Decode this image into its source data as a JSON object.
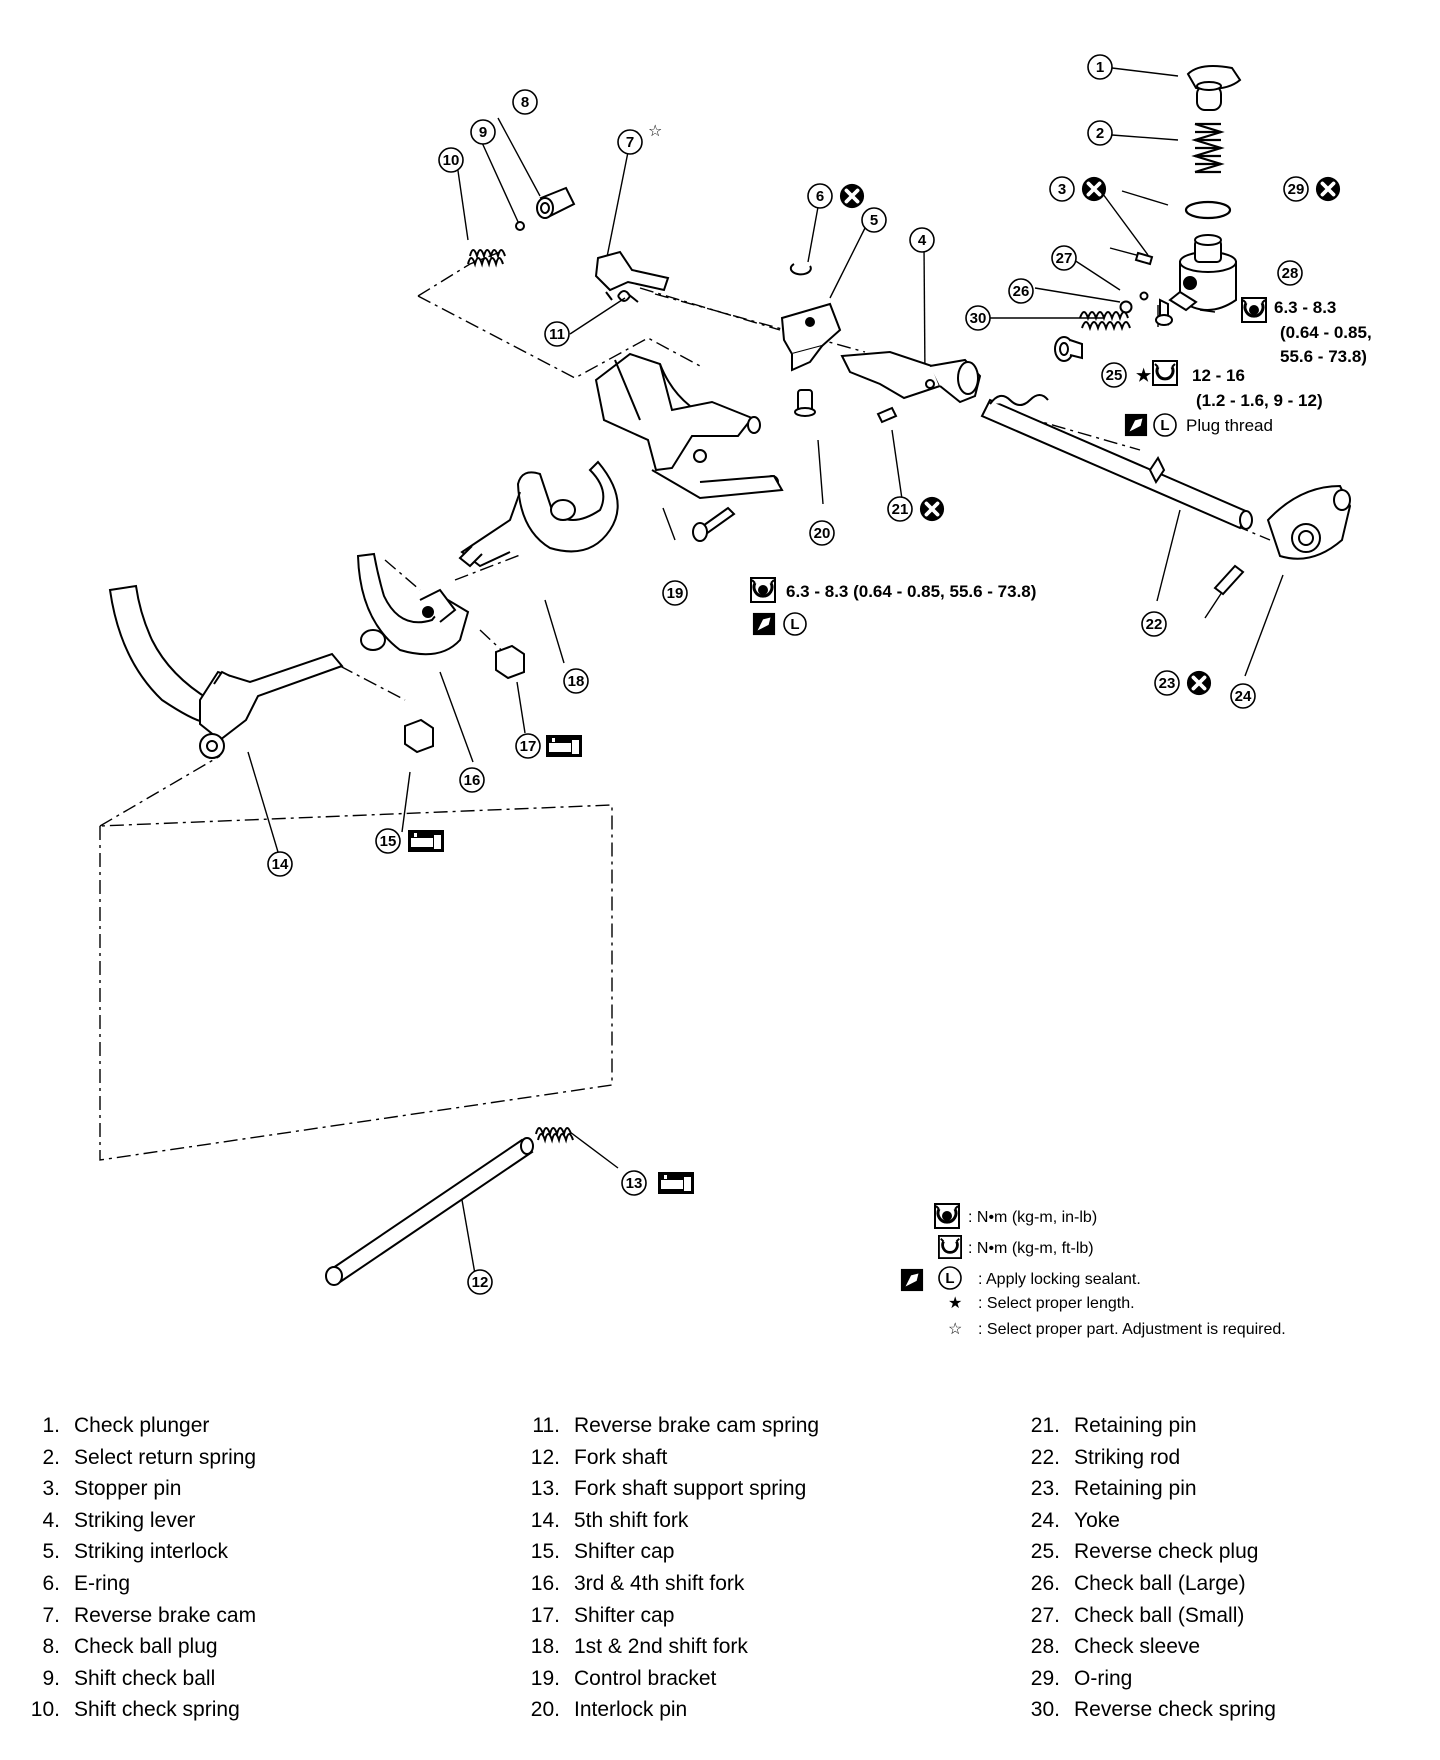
{
  "callouts": [
    "1",
    "2",
    "3",
    "4",
    "5",
    "6",
    "7",
    "8",
    "9",
    "10",
    "11",
    "12",
    "13",
    "14",
    "15",
    "16",
    "17",
    "18",
    "19",
    "20",
    "21",
    "22",
    "23",
    "24",
    "25",
    "26",
    "27",
    "28",
    "29",
    "30"
  ],
  "torque_specs": {
    "spec_28_a": "6.3 - 8.3",
    "spec_28_b": "(0.64 - 0.85,",
    "spec_28_c": "55.6 - 73.8)",
    "star_symbol": "★",
    "spec_25_a": "12 - 16",
    "spec_25_b": "(1.2 - 1.6, 9 - 12)",
    "plug_thread": "Plug thread",
    "spec_19": "6.3 - 8.3 (0.64 - 0.85, 55.6 - 73.8)",
    "locking_letter": "L"
  },
  "legend": {
    "torque_inlb": ": N•m (kg-m, in-lb)",
    "torque_ftlb": ": N•m (kg-m, ft-lb)",
    "sealant": ": Apply locking sealant.",
    "star_symbol": "★",
    "select_length": ": Select proper length.",
    "open_star_symbol": "☆",
    "select_part": ": Select proper part. Adjustment is required."
  },
  "parts": [
    {
      "num": "1.",
      "name": "Check plunger"
    },
    {
      "num": "2.",
      "name": "Select return spring"
    },
    {
      "num": "3.",
      "name": "Stopper pin"
    },
    {
      "num": "4.",
      "name": "Striking lever"
    },
    {
      "num": "5.",
      "name": "Striking interlock"
    },
    {
      "num": "6.",
      "name": "E-ring"
    },
    {
      "num": "7.",
      "name": "Reverse brake cam"
    },
    {
      "num": "8.",
      "name": "Check ball plug"
    },
    {
      "num": "9.",
      "name": "Shift check ball"
    },
    {
      "num": "10.",
      "name": "Shift check spring"
    },
    {
      "num": "11.",
      "name": "Reverse brake cam spring"
    },
    {
      "num": "12.",
      "name": "Fork shaft"
    },
    {
      "num": "13.",
      "name": "Fork shaft support spring"
    },
    {
      "num": "14.",
      "name": "5th shift fork"
    },
    {
      "num": "15.",
      "name": "Shifter cap"
    },
    {
      "num": "16.",
      "name": "3rd & 4th shift fork"
    },
    {
      "num": "17.",
      "name": "Shifter cap"
    },
    {
      "num": "18.",
      "name": "1st & 2nd shift fork"
    },
    {
      "num": "19.",
      "name": "Control bracket"
    },
    {
      "num": "20.",
      "name": "Interlock pin"
    },
    {
      "num": "21.",
      "name": "Retaining pin"
    },
    {
      "num": "22.",
      "name": "Striking rod"
    },
    {
      "num": "23.",
      "name": "Retaining pin"
    },
    {
      "num": "24.",
      "name": "Yoke"
    },
    {
      "num": "25.",
      "name": "Reverse check plug"
    },
    {
      "num": "26.",
      "name": "Check ball (Large)"
    },
    {
      "num": "27.",
      "name": "Check ball (Small)"
    },
    {
      "num": "28.",
      "name": "Check sleeve"
    },
    {
      "num": "29.",
      "name": "O-ring"
    },
    {
      "num": "30.",
      "name": "Reverse check spring"
    }
  ]
}
